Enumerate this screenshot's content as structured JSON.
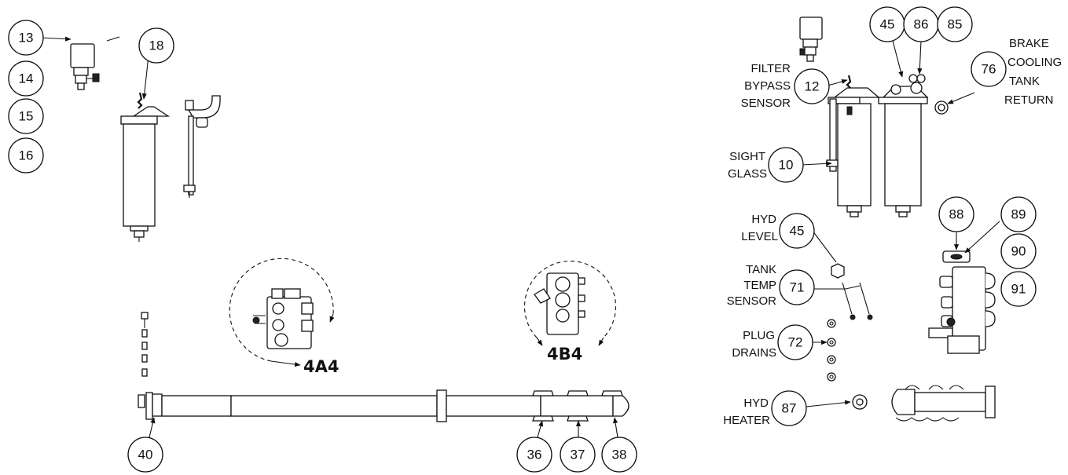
{
  "callouts": {
    "c13": "13",
    "c14": "14",
    "c15": "15",
    "c16": "16",
    "c18": "18",
    "c45a": "45",
    "c86": "86",
    "c85": "85",
    "c76": "76",
    "c12": "12",
    "c10": "10",
    "c88": "88",
    "c89": "89",
    "c90": "90",
    "c91": "91",
    "c45b": "45",
    "c71": "71",
    "c72": "72",
    "c87": "87",
    "c40": "40",
    "c36": "36",
    "c37": "37",
    "c38": "38"
  },
  "labels": {
    "filter_bypass_sensor": [
      "FILTER",
      "BYPASS",
      "SENSOR"
    ],
    "brake_cooling_tank_return": [
      "BRAKE",
      "COOLING",
      "TANK",
      "RETURN"
    ],
    "sight_glass": [
      "SIGHT",
      "GLASS"
    ],
    "hyd_level": [
      "HYD",
      "LEVEL"
    ],
    "tank_temp_sensor": [
      "TANK",
      "TEMP",
      "SENSOR"
    ],
    "plug_drains": [
      "PLUG",
      "DRAINS"
    ],
    "hyd_heater": [
      "HYD",
      "HEATER"
    ]
  },
  "view_tags": {
    "v4a4": "4A4",
    "v4b4": "4B4"
  }
}
